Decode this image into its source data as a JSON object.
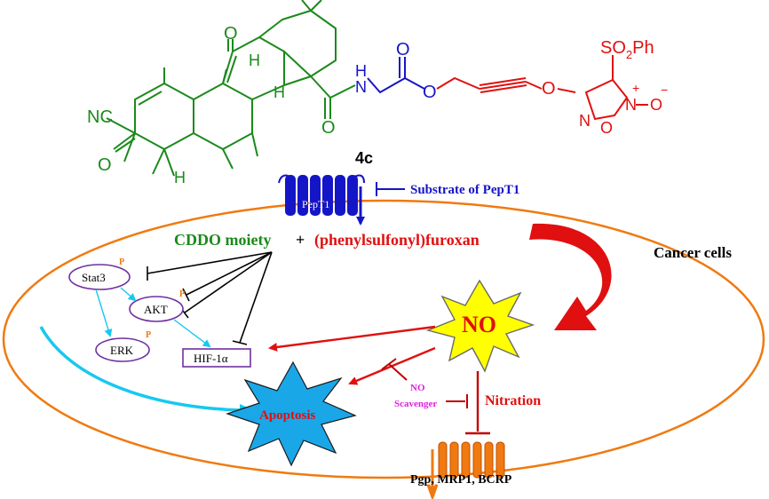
{
  "colors": {
    "green": "#1a8a1a",
    "blue": "#1515c8",
    "red": "#e01010",
    "darkred": "#c00000",
    "orange": "#f07a10",
    "purple": "#7030a0",
    "cyan": "#18c8f0",
    "magenta": "#e020e0",
    "black": "#000000",
    "no_star": "#ffff00",
    "apoptosis_star": "#1aa7e8"
  },
  "molecule": {
    "cyano_label": "NC",
    "ketone_o1": "O",
    "ketone_o2": "O",
    "h_top": "H",
    "h_mid": "H",
    "h_low": "H",
    "amide_o": "O",
    "nh": "N",
    "nh_h": "H",
    "ester_o_top": "O",
    "ester_o": "O",
    "ether_o": "O",
    "so2ph": "SO",
    "so2ph_sub": "2",
    "so2ph_ph": "Ph",
    "furoxan_n1": "N",
    "furoxan_n2": "N",
    "furoxan_plus": "+",
    "furoxan_o_ring": "O",
    "furoxan_o_minus": "O",
    "minus_sign": "−",
    "compound_id": "4c"
  },
  "diagram": {
    "transporter_label": "PepT1",
    "substrate_label": "Substrate of PepT1",
    "cancer_cells_label": "Cancer cells",
    "cddo_label": "CDDO moiety",
    "plus_label": "+",
    "furoxan_label": "(phenylsulfonyl)furoxan",
    "no_label": "NO",
    "stat3_label": "Stat3",
    "akt_label": "AKT",
    "erk_label": "ERK",
    "hif_label": "HIF-1α",
    "phospho_label": "P",
    "apoptosis_label": "Apoptosis",
    "no_scavenger_line1": "NO",
    "no_scavenger_line2": "Scavenger",
    "nitration_label": "Nitration",
    "efflux_label": "Pgp, MRP1, BCRP"
  }
}
